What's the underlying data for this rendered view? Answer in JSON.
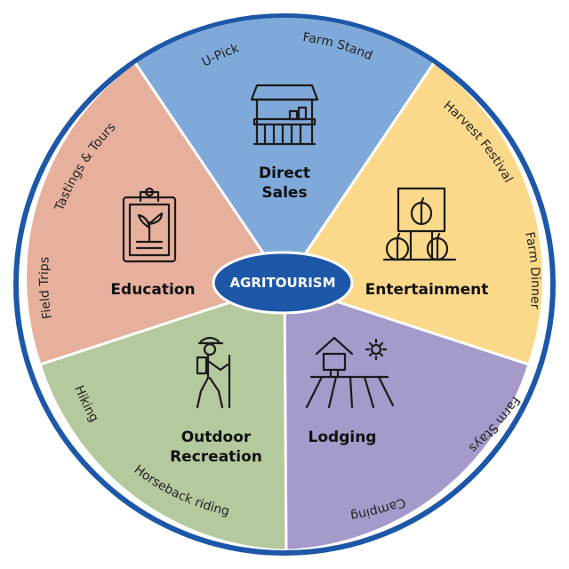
{
  "center": {
    "label": "AGRITOURISM"
  },
  "colors": {
    "ring": "#1d57a8",
    "hub": "#1d57a8",
    "direct_sales": "#7fa9d9",
    "entertainment": "#fbd98a",
    "lodging": "#a59ac9",
    "outdoor_recreation": "#b5c99e",
    "education": "#e7b09d"
  },
  "segments": {
    "direct_sales": {
      "title_line1": "Direct",
      "title_line2": "Sales",
      "items": [
        "U-Pick",
        "Farm Stand"
      ],
      "icon": "farm-stand-icon"
    },
    "entertainment": {
      "title": "Entertainment",
      "items": [
        "Harvest Festival",
        "Farm Dinner"
      ],
      "icon": "pumpkin-sign-icon"
    },
    "lodging": {
      "title": "Lodging",
      "items": [
        "Farm Stays",
        "Camping"
      ],
      "icon": "farmhouse-field-icon"
    },
    "outdoor_recreation": {
      "title_line1": "Outdoor",
      "title_line2": "Recreation",
      "items": [
        "Hiking",
        "Horseback riding"
      ],
      "icon": "hiker-icon"
    },
    "education": {
      "title": "Education",
      "items": [
        "Tastings & Tours",
        "Field Trips"
      ],
      "icon": "clipboard-plant-icon"
    }
  }
}
